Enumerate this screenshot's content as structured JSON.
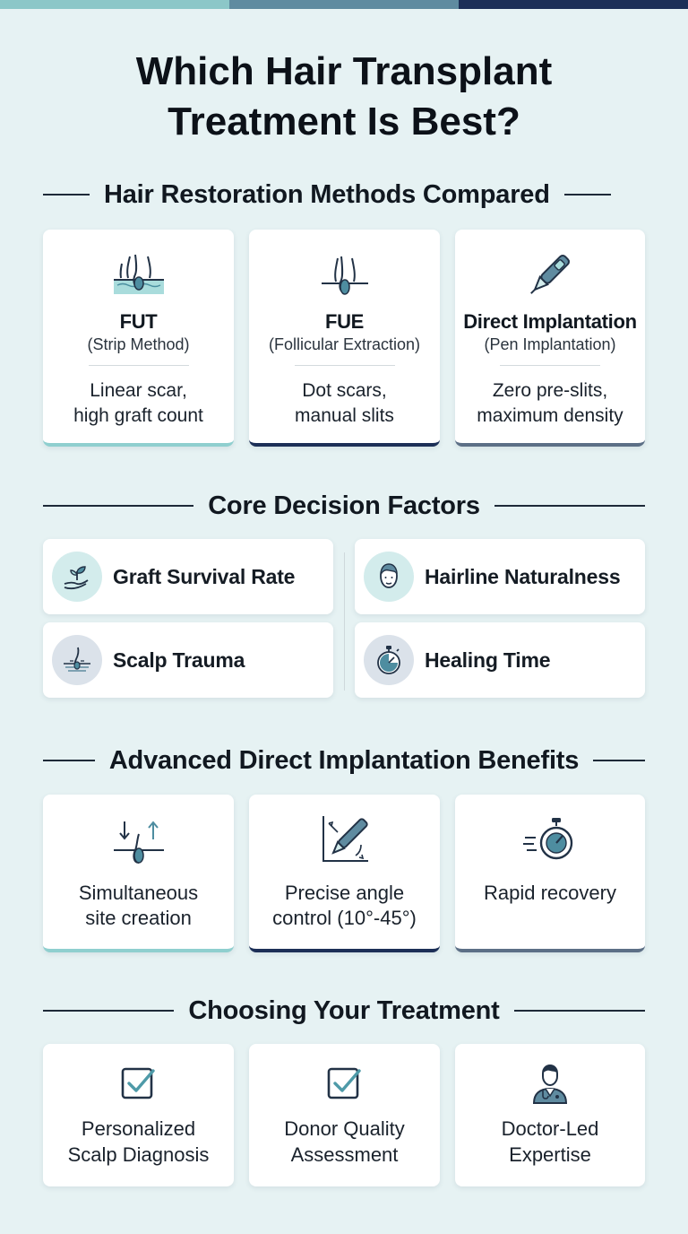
{
  "title_line1": "Which Hair Transplant",
  "title_line2": "Treatment Is Best?",
  "sections": {
    "methods": "Hair Restoration Methods Compared",
    "factors": "Core Decision Factors",
    "benefits": "Advanced Direct Implantation Benefits",
    "choosing": "Choosing Your Treatment"
  },
  "methods": [
    {
      "name": "FUT",
      "sub": "(Strip Method)",
      "desc1": "Linear scar,",
      "desc2": "high graft count",
      "icon": "hair-follicle-strip-icon"
    },
    {
      "name": "FUE",
      "sub": "(Follicular Extraction)",
      "desc1": "Dot scars,",
      "desc2": "manual slits",
      "icon": "hair-follicle-icon"
    },
    {
      "name": "Direct Implantation",
      "sub": "(Pen Implantation)",
      "desc1": "Zero pre-slits,",
      "desc2": "maximum density",
      "icon": "implanter-pen-icon"
    }
  ],
  "factors": [
    {
      "label": "Graft Survival Rate",
      "icon": "hand-sprout-icon"
    },
    {
      "label": "Hairline Naturalness",
      "icon": "head-icon"
    },
    {
      "label": "Scalp Trauma",
      "icon": "scalp-follicle-icon"
    },
    {
      "label": "Healing Time",
      "icon": "stopwatch-icon"
    }
  ],
  "benefits": [
    {
      "line1": "Simultaneous",
      "line2": "site creation",
      "icon": "follicle-arrows-icon"
    },
    {
      "line1": "Precise angle",
      "line2": "control (10°-45°)",
      "icon": "angle-pen-icon"
    },
    {
      "line1": "Rapid recovery",
      "line2": "",
      "icon": "fast-stopwatch-icon"
    }
  ],
  "choosing": [
    {
      "line1": "Personalized",
      "line2": "Scalp Diagnosis",
      "icon": "checkbox-icon"
    },
    {
      "line1": "Donor Quality",
      "line2": "Assessment",
      "icon": "checkbox-icon"
    },
    {
      "line1": "Doctor-Led",
      "line2": "Expertise",
      "icon": "doctor-icon"
    }
  ],
  "colors": {
    "background": "#e6f2f3",
    "teal": "#8fcfcf",
    "navy": "#1c2f57",
    "slate": "#5c6f86"
  }
}
